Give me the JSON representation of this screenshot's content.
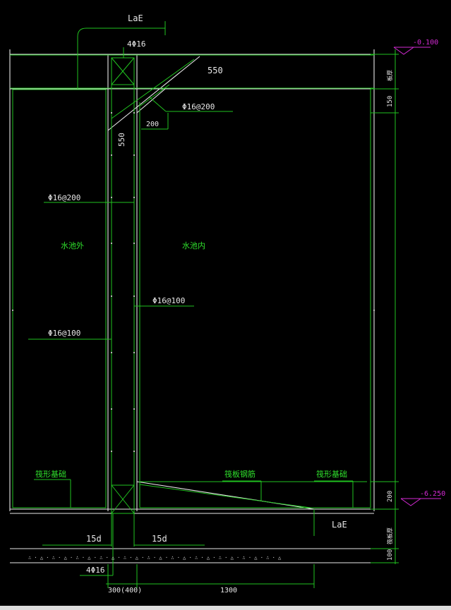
{
  "labels": {
    "lae_top": "LaE",
    "top_bars": "4Φ16",
    "haunch_len": "550",
    "haunch_len_vertical": "550",
    "haunch_bar": "Φ16@200",
    "haunch_base": "200",
    "outer_dist_bar": "Φ16@200",
    "outside": "水池外",
    "inside": "水池内",
    "inner_vert_bar": "Φ16@100",
    "outer_vert_bar": "Φ16@100",
    "raft_left": "筏形基础",
    "raft_rebar": "筏板钢筋",
    "raft_right": "筏形基础",
    "lae_bottom": "LaE",
    "anchor_left": "15d",
    "anchor_right": "15d",
    "bottom_bars": "4Φ16",
    "wall_thk": "300(400)",
    "haunch_width": "1300"
  },
  "dims_right": {
    "top_slab": "板厚",
    "beam_150": "150",
    "raft_200": "200",
    "raft_thk": "筏板厚",
    "blind_100": "100"
  },
  "elevations": {
    "top": "-0.100",
    "bottom": "-6.250"
  },
  "colors": {
    "background": "#000000",
    "line": "#e8e8e8",
    "green": "#21c21f",
    "magenta": "#d42ad4"
  }
}
